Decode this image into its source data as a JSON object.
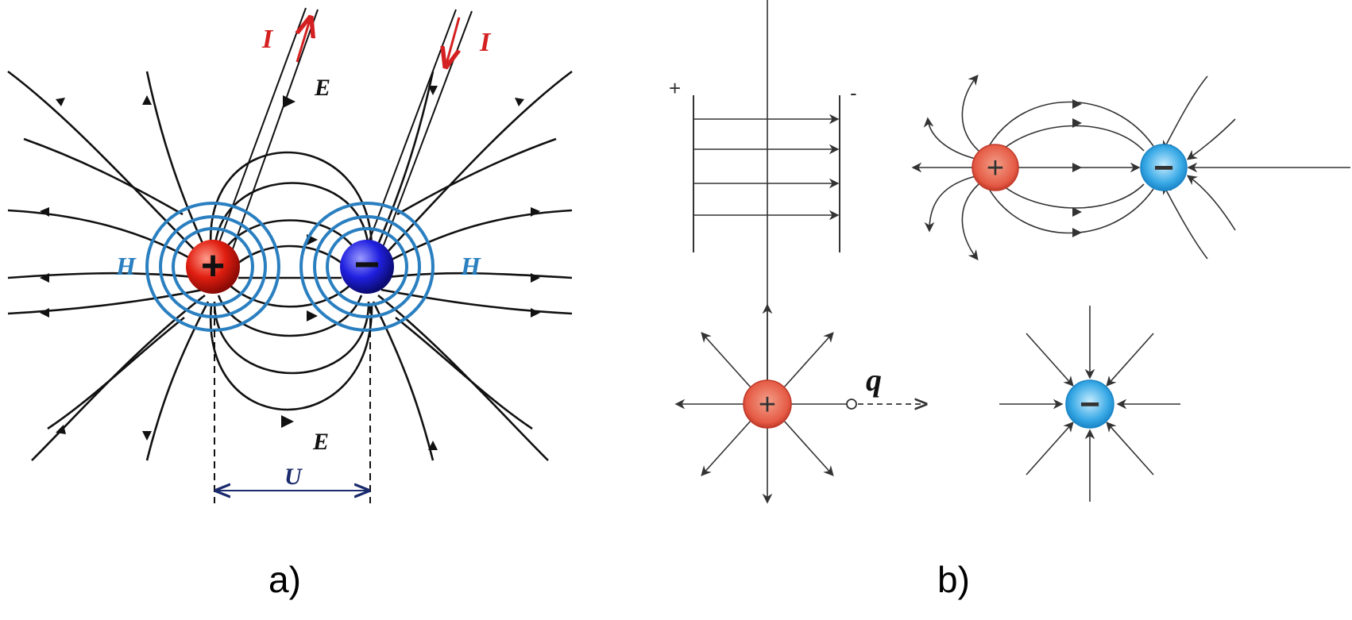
{
  "panel_a": {
    "label": "a)",
    "current_label_left": "I",
    "current_label_right": "I",
    "field_label_top": "E",
    "field_label_bottom": "E",
    "magnetic_label_left": "H",
    "magnetic_label_right": "H",
    "voltage_label": "U",
    "positive_sign": "+",
    "negative_sign": "−"
  },
  "panel_b": {
    "label": "b)",
    "plate_positive_sign": "+",
    "plate_negative_sign": "-",
    "dipole_positive_sign": "+",
    "dipole_negative_sign": "−",
    "single_positive_sign": "+",
    "single_negative_sign": "−",
    "test_charge_label": "q"
  },
  "colors": {
    "field_line": "#111111",
    "current": "#d42020",
    "magnetic": "#2a7fc0",
    "label_blue": "#2a7fc0",
    "voltage": "#1a2a6c",
    "positive_charge": "#e0463a",
    "negative_charge": "#2a2ad0",
    "positive_charge_b": "#e8705a",
    "negative_charge_b": "#3aa8e0"
  }
}
